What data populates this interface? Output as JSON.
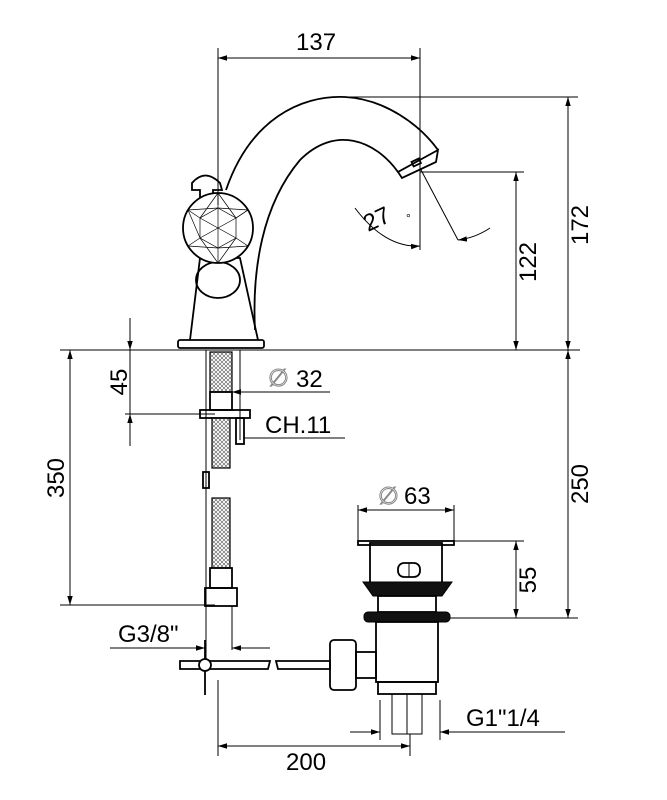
{
  "title": "Basin mixer with pop-up waste – dimensional drawing",
  "dimensions": {
    "spout_reach": "137",
    "total_height": "172",
    "spout_outlet_height": "122",
    "spout_angle": "27",
    "angle_unit": "°",
    "shank_length": "45",
    "hole_diameter_symbol": "∅",
    "hole_diameter": "32",
    "nut_wrench": "CH.11",
    "hose_length": "350",
    "waste_length": "250",
    "waste_flange_diameter": "63",
    "waste_height": "55",
    "inlet_thread": "G3/8\"",
    "waste_thread": "G1\"1/4",
    "centre_distance": "200"
  },
  "colors": {
    "line": "#000000",
    "background": "#ffffff"
  }
}
